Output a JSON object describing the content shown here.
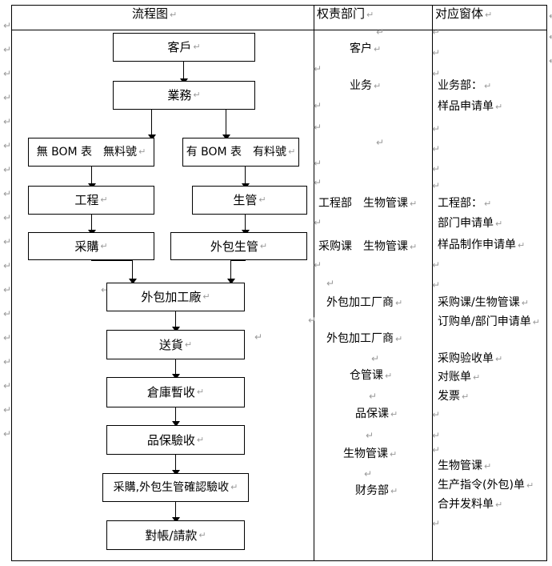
{
  "document": {
    "type": "word-table-flowchart",
    "pilcrow_glyph": "↵",
    "colors": {
      "ink": "#000000",
      "pilcrow": "#9a9a9a",
      "paper": "#ffffff"
    }
  },
  "table": {
    "headers": [
      {
        "label": "流程图",
        "name": "header-flow"
      },
      {
        "label": "权责部门",
        "name": "header-department"
      },
      {
        "label": "对应窗体",
        "name": "header-form"
      }
    ]
  },
  "flowchart": {
    "nodes": [
      {
        "id": "customer",
        "label": "客戶"
      },
      {
        "id": "sales",
        "label": "業務"
      },
      {
        "id": "no-bom",
        "label": "無 BOM 表　無料號"
      },
      {
        "id": "has-bom",
        "label": "有 BOM 表　有料號"
      },
      {
        "id": "engineering",
        "label": "工程"
      },
      {
        "id": "prod-ctrl",
        "label": "生管"
      },
      {
        "id": "purchasing",
        "label": "采購"
      },
      {
        "id": "out-prod-ctrl",
        "label": "外包生管"
      },
      {
        "id": "out-factory",
        "label": "外包加工廠"
      },
      {
        "id": "delivery",
        "label": "送貨"
      },
      {
        "id": "warehouse",
        "label": "倉庫暫收"
      },
      {
        "id": "qa-check",
        "label": "品保驗收"
      },
      {
        "id": "confirm",
        "label": "采購,外包生管確認驗收"
      },
      {
        "id": "settlement",
        "label": "對帳/請款"
      }
    ]
  },
  "department_column": {
    "entries": [
      {
        "text": "客户"
      },
      {
        "text": "业务"
      },
      {
        "text": "工程部　生物管课"
      },
      {
        "text": "采购课　生物管课"
      },
      {
        "text": "外包加工厂商"
      },
      {
        "text": "外包加工厂商"
      },
      {
        "text": "仓管课"
      },
      {
        "text": "品保课"
      },
      {
        "text": "生物管课"
      },
      {
        "text": "财务部"
      }
    ]
  },
  "form_column": {
    "entries": [
      {
        "lines": [
          "业务部：",
          "样品申请单"
        ]
      },
      {
        "lines": [
          "工程部：",
          "部门申请单",
          "样品制作申请单"
        ]
      },
      {
        "lines": [
          "采购课/生物管课",
          "订购单/部门申请单",
          "采购验收单",
          "对账单",
          "发票"
        ]
      },
      {
        "lines": [
          "生物管课",
          "生产指令(外包)单",
          "合并发料单"
        ]
      }
    ]
  }
}
